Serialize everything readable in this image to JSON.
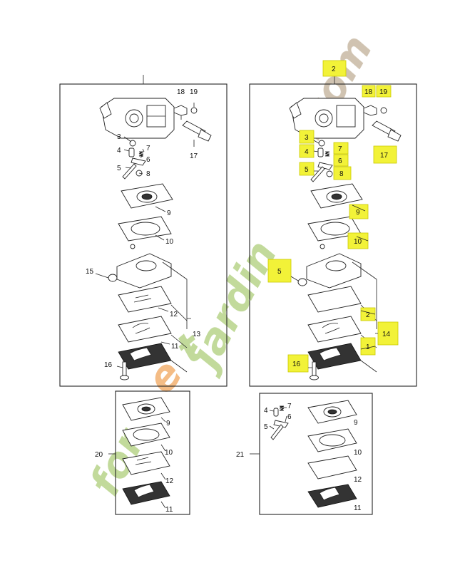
{
  "watermark": {
    "text_part1": "for",
    "text_part2": "e",
    "text_part3": "t",
    "text_part4": "jardin",
    "text_part5": ".com",
    "color_green": "#b8d48a",
    "color_orange": "#f3b070",
    "color_brown": "#c8b9a3"
  },
  "highlight_color": "#f2f238",
  "panels": {
    "left_top": {
      "labels": {
        "p3": "3",
        "p4": "4",
        "p5": "5",
        "p6": "6",
        "p7": "7",
        "p8": "8",
        "p9": "9",
        "p10": "10",
        "p11": "11",
        "p12": "12",
        "p13": "13",
        "p15": "15",
        "p16": "16",
        "p17": "17",
        "p18": "18",
        "p19": "19"
      }
    },
    "right_top": {
      "title_label": "2",
      "labels": {
        "p3": "3",
        "p4": "4",
        "p5": "5",
        "p6": "6",
        "p7": "7",
        "p8": "8",
        "p9": "9",
        "p10": "10",
        "p15": "5",
        "p12": "2",
        "p14": "14",
        "p11": "1",
        "p16": "16",
        "p17": "17",
        "p18": "18",
        "p19": "19"
      }
    },
    "left_bottom": {
      "ref": "20",
      "labels": {
        "p9": "9",
        "p10": "10",
        "p12": "12",
        "p11": "11"
      }
    },
    "right_bottom": {
      "ref": "21",
      "labels": {
        "p4": "4",
        "p5": "5",
        "p6": "6",
        "p7": "7",
        "p9": "9",
        "p10": "10",
        "p12": "12",
        "p11": "11"
      }
    }
  }
}
